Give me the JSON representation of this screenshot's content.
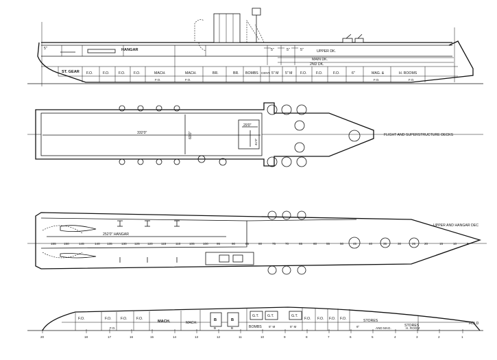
{
  "profile": {
    "labels": {
      "hangar": "HANGAR",
      "gun_5_a": "5\"",
      "gun_5_b": "5\"",
      "gun_5_c": "5\"",
      "gun_5_d": "5\"",
      "upper_dk": "UPPER DK.",
      "main_dk": "MAIN DK.",
      "second_dk": "2ND DK.",
      "st_gear": "ST. GEAR"
    },
    "compartments_row1": [
      "F.O.",
      "F.O.",
      "F.O.",
      "F.O.",
      "MACH.",
      "MACH.",
      "BR.",
      "BR.",
      "BOMBS",
      "CENT.",
      "5\" M",
      "5\" M",
      "F.O.",
      "F.O.",
      "F.O.",
      "6\"",
      "MAG. &",
      "H. ROOMS"
    ],
    "compartments_row2": [
      "F.O.",
      "F.O.",
      "F.O.",
      "F.O."
    ]
  },
  "flight_deck": {
    "title": "FLIGHT AND SUPERSTRUCTURE DECKS",
    "length_dim": "332'0\"",
    "width_dim": "60'0\"",
    "elevator_dim": "29'0\"",
    "elevator_dim2": "41'0\""
  },
  "hangar_deck": {
    "title": "UPPER AND HANGAR DEC",
    "hangar_dim": "252'0\" HANGAR",
    "stations": [
      "155",
      "150",
      "145",
      "140",
      "135",
      "130",
      "125",
      "120",
      "115",
      "110",
      "105",
      "100",
      "95",
      "90",
      "85",
      "80",
      "75",
      "70",
      "65",
      "60",
      "55",
      "50",
      "45",
      "40",
      "35",
      "30",
      "25",
      "20",
      "15",
      "10",
      "5"
    ]
  },
  "hold": {
    "title": "HOLD",
    "compartments_row1": [
      "F.O.",
      "F.O.",
      "F.O.",
      "F.O.",
      "MACH.",
      "MACH.",
      "B",
      "B",
      "G.T.",
      "G.T.",
      "G.T.",
      "F.O.",
      "F.O.",
      "F.O.",
      "F.O.",
      "STORES",
      "STORES"
    ],
    "compartments_row2": [
      "F.O.",
      "B",
      "B",
      "BOMBS",
      "5\" M",
      "5\" M",
      "6\"",
      "AND MAG.",
      "H. ROOM"
    ],
    "frames": [
      "20",
      "18",
      "17",
      "16",
      "15",
      "14",
      "13",
      "12",
      "11",
      "10",
      "9",
      "8",
      "7",
      "6",
      "5",
      "4",
      "3",
      "2",
      "1"
    ]
  }
}
